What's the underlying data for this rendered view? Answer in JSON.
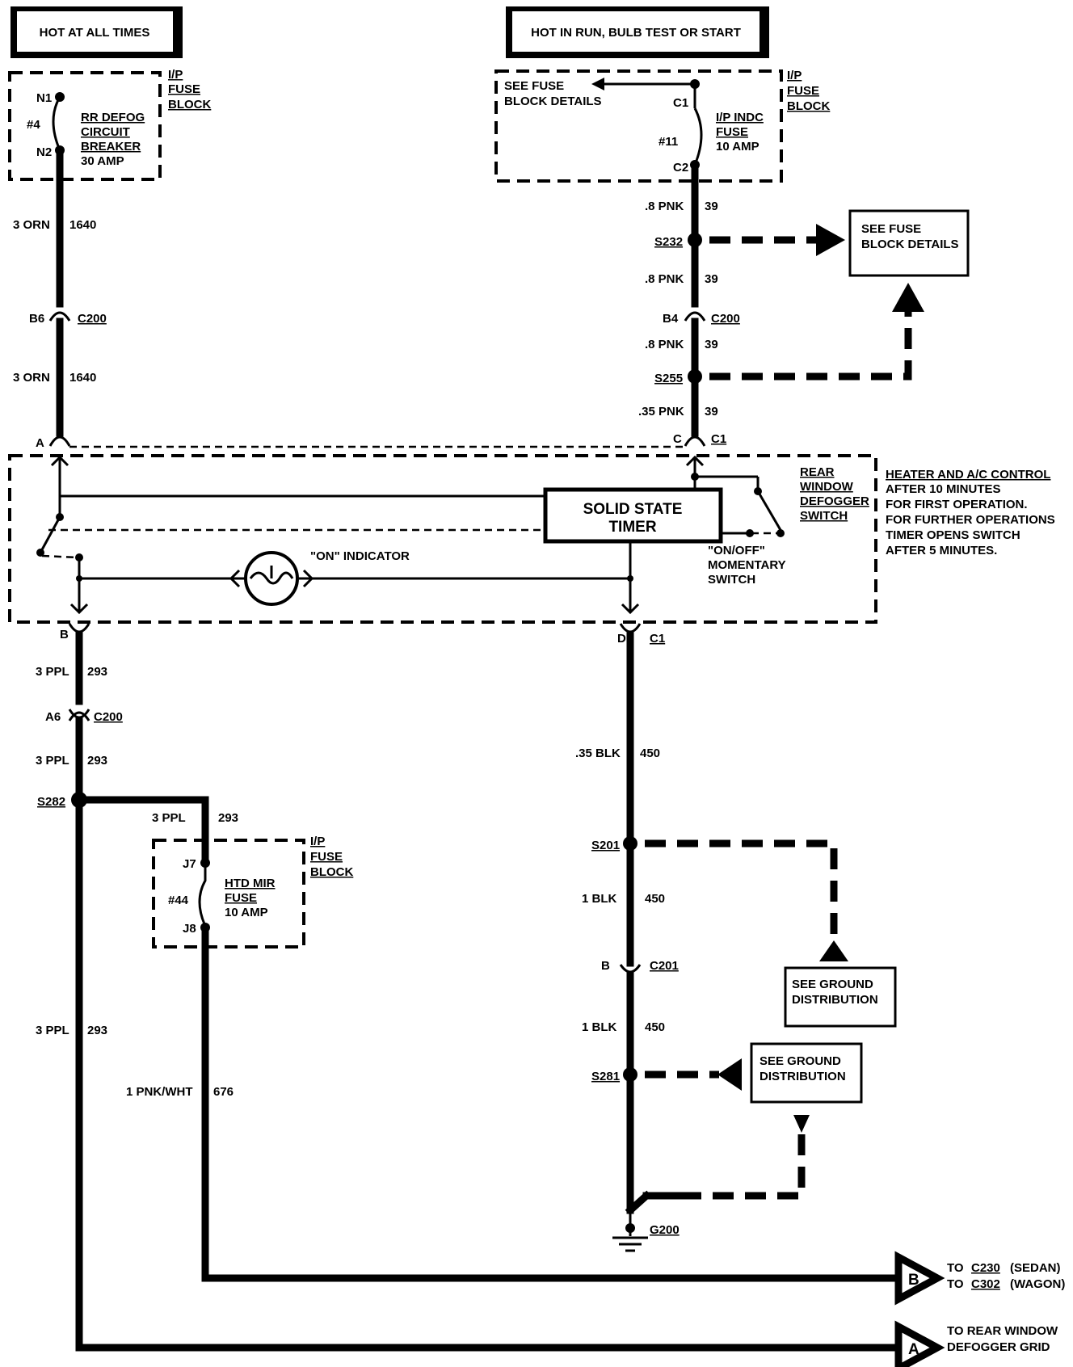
{
  "headers": {
    "hot_at_all_times": "HOT AT ALL TIMES",
    "hot_in_run": "HOT IN RUN, BULB TEST OR START"
  },
  "fuse_block_left": {
    "label": [
      "I/P",
      "FUSE",
      "BLOCK"
    ],
    "pin_top": "N1",
    "pin_bottom": "N2",
    "number": "#4",
    "name": [
      "RR DEFOG",
      "CIRCUIT",
      "BREAKER",
      "30 AMP"
    ]
  },
  "fuse_block_right": {
    "label": [
      "I/P",
      "FUSE",
      "BLOCK"
    ],
    "see_details": [
      "SEE FUSE",
      "BLOCK DETAILS"
    ],
    "pin_top": "C1",
    "pin_bottom": "C2",
    "number": "#11",
    "name": [
      "I/P INDC",
      "FUSE",
      "10 AMP"
    ]
  },
  "fuse_block_htd": {
    "label": [
      "I/P",
      "FUSE",
      "BLOCK"
    ],
    "pin_top": "J7",
    "pin_bottom": "J8",
    "number": "#44",
    "name": [
      "HTD MIR",
      "FUSE",
      "10 AMP"
    ]
  },
  "wires": {
    "orn_gauge": "3 ORN",
    "orn_circuit": "1640",
    "pnk_gauge": ".8 PNK",
    "pnk_small_gauge": ".35 PNK",
    "pnk_circuit": "39",
    "ppl_gauge": "3 PPL",
    "ppl_gauge_spaced": "3  PPL",
    "ppl_circuit": "293",
    "blk_small_gauge": ".35 BLK",
    "blk_gauge": "1  BLK",
    "blk_circuit": "450",
    "pnkwht_gauge": "1 PNK/WHT",
    "pnkwht_circuit": "676"
  },
  "connectors": {
    "c200": "C200",
    "c201": "C201",
    "c1": "C1",
    "b6": "B6",
    "b4": "B4",
    "a6": "A6",
    "a": "A",
    "b": "B",
    "c": "C",
    "d": "D"
  },
  "splices": {
    "s232": "S232",
    "s255": "S255",
    "s282": "S282",
    "s201": "S201",
    "s281": "S281",
    "g200": "G200"
  },
  "refs": {
    "see_fuse_block": [
      "SEE FUSE",
      "BLOCK DETAILS"
    ],
    "see_ground_1": [
      "SEE GROUND",
      "DISTRIBUTION"
    ],
    "see_ground_2": [
      "SEE GROUND",
      "DISTRIBUTION"
    ]
  },
  "control": {
    "timer": [
      "SOLID STATE",
      "TIMER"
    ],
    "on_indicator": "\"ON\" INDICATOR",
    "momentary": [
      "\"ON/OFF\"",
      "MOMENTARY",
      "SWITCH"
    ],
    "switch_label": [
      "REAR",
      "WINDOW",
      "DEFOGGER",
      "SWITCH"
    ],
    "heater_note": [
      "HEATER AND A/C CONTROL",
      "AFTER 10 MINUTES",
      "FOR FIRST OPERATION.",
      "FOR FURTHER OPERATIONS",
      "TIMER OPENS SWITCH",
      "AFTER 5 MINUTES."
    ]
  },
  "outputs": {
    "b_letter": "B",
    "b_lines": [
      "TO",
      "C230",
      "(SEDAN)",
      "TO",
      "C302",
      "(WAGON)"
    ],
    "a_letter": "A",
    "a_lines": [
      "TO REAR WINDOW",
      "DEFOGGER GRID"
    ]
  }
}
